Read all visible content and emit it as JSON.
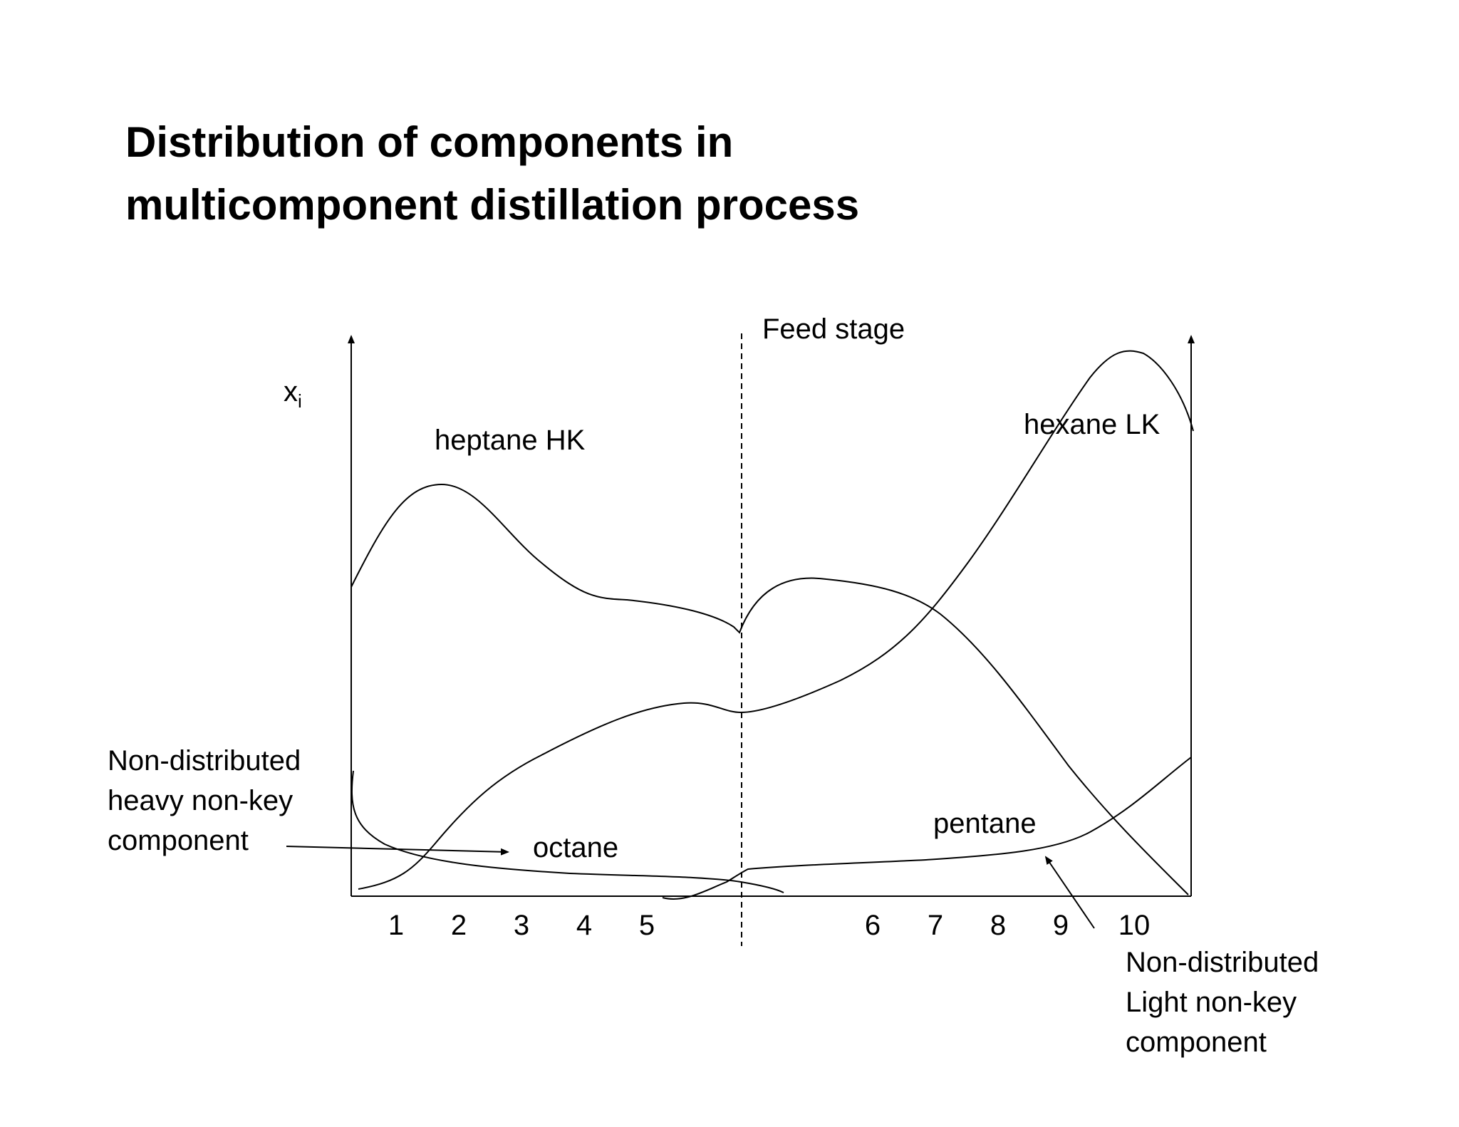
{
  "title": {
    "line1": "Distribution of components in",
    "line2": "multicomponent distillation process"
  },
  "diagram": {
    "y_axis_label": "x",
    "y_axis_subscript": "i",
    "feed_stage_label": "Feed stage",
    "stage_ticks": [
      "1",
      "2",
      "3",
      "4",
      "5",
      "6",
      "7",
      "8",
      "9",
      "10"
    ],
    "curve_labels": {
      "heptane": "heptane HK",
      "hexane": "hexane LK",
      "octane": "octane",
      "pentane": "pentane"
    },
    "annotations": {
      "heavy_non_key": [
        "Non-distributed",
        "heavy non-key",
        "component"
      ],
      "light_non_key": [
        "Non-distributed",
        "Light non-key",
        "component"
      ]
    },
    "line_color": "#000000"
  }
}
